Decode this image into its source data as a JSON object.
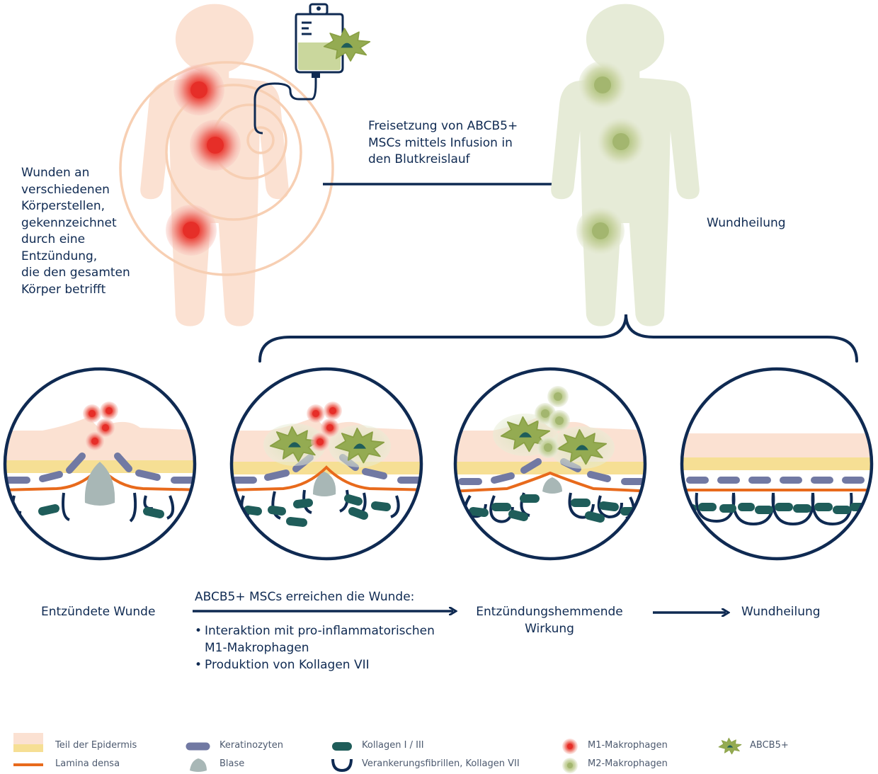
{
  "top": {
    "left_caption": "Wunden an\nverschiedenen\nKörperstellen,\ngekennzeichnet\ndurch eine\nEntzündung,\ndie den gesamten\nKörper betrifft",
    "arrow_caption": "Freisetzung von ABCB5+\nMSCs mittels Infusion in\nden Blutkreislauf",
    "right_caption": "Wundheilung"
  },
  "stages": {
    "stage1_label": "Entzündete Wunde",
    "stage2_heading": "ABCB5+ MSCs erreichen die Wunde:",
    "stage2_bullets": [
      "Interaktion mit pro-inflammatorischen\nM1-Makrophagen",
      "Produktion von Kollagen VII"
    ],
    "stage3_label": "Entzündungshemmende\nWirkung",
    "stage4_label": "Wundheilung"
  },
  "legend": {
    "epidermis": "Teil der Epidermis",
    "lamina": "Lamina densa",
    "keratinocytes": "Keratinozyten",
    "blister": "Blase",
    "collagen13": "Kollagen I / III",
    "fibrils": "Verankerungsfibrillen, Kollagen VII",
    "m1": "M1-Makrophagen",
    "m2": "M2-Makrophagen",
    "abcb5": "ABCB5+"
  },
  "colors": {
    "navy": "#0f2a52",
    "skin": "#fbe1d2",
    "epidermis_yellow": "#f6df94",
    "lamina_orange": "#e86a1c",
    "keratinocyte": "#7179a3",
    "collagen": "#1f5d5a",
    "blister": "#a8b7b6",
    "m1_red": "#e8352f",
    "m2_green": "#a9bb78",
    "mscs_green": "#94ab52",
    "healed_figure": "#e6ebd7"
  }
}
